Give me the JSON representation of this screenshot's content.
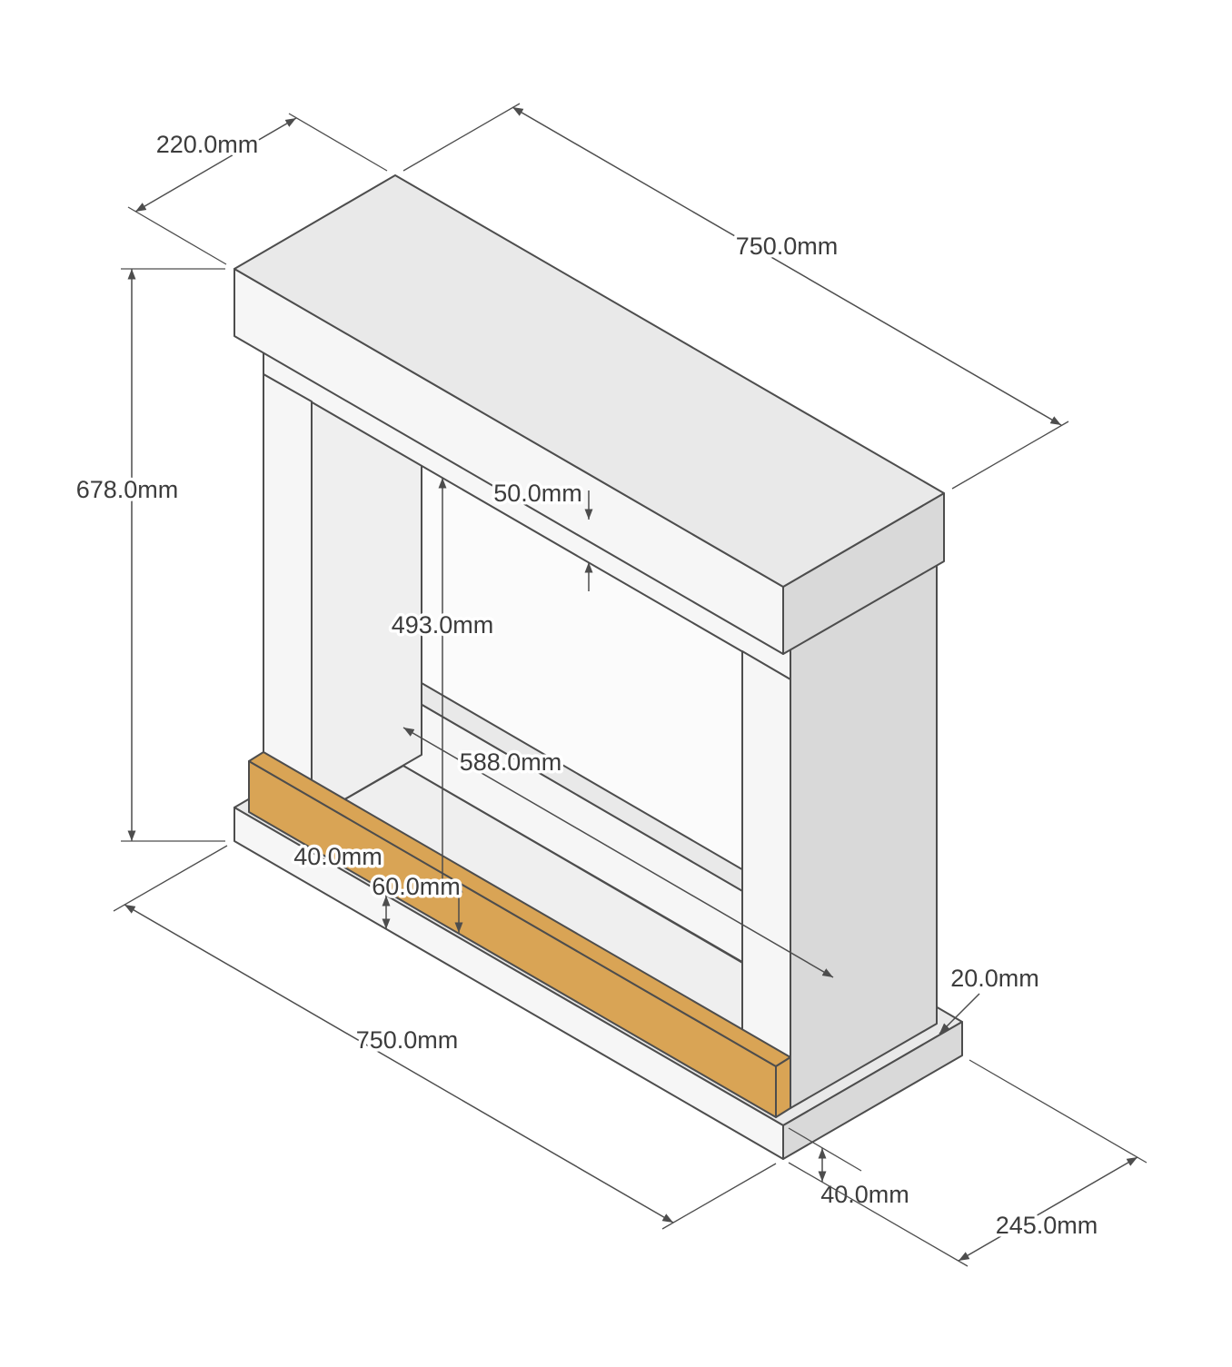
{
  "drawing": {
    "background": "#ffffff",
    "units": "mm"
  },
  "colors": {
    "outline": "#4d4d4d",
    "dimension_line": "#4d4d4d",
    "label_text": "#3c3c3c",
    "body_front": "#f6f6f6",
    "body_top": "#e9e9e9",
    "body_side": "#d9d9d9",
    "wood_front": "#d9a455",
    "wood_top": "#e7b968",
    "wood_end": "#c18a3e"
  },
  "dimensions": {
    "shelf_depth": {
      "label": "220.0mm"
    },
    "shelf_width": {
      "label": "750.0mm"
    },
    "overall_height": {
      "label": "678.0mm"
    },
    "header_height": {
      "label": "50.0mm"
    },
    "opening_height": {
      "label": "493.0mm"
    },
    "opening_width": {
      "label": "588.0mm"
    },
    "hearth_step": {
      "label": "40.0mm"
    },
    "trim_height": {
      "label": "60.0mm"
    },
    "trim_depth": {
      "label": "20.0mm"
    },
    "base_width": {
      "label": "750.0mm"
    },
    "base_height": {
      "label": "40.0mm"
    },
    "base_depth": {
      "label": "245.0mm"
    }
  }
}
